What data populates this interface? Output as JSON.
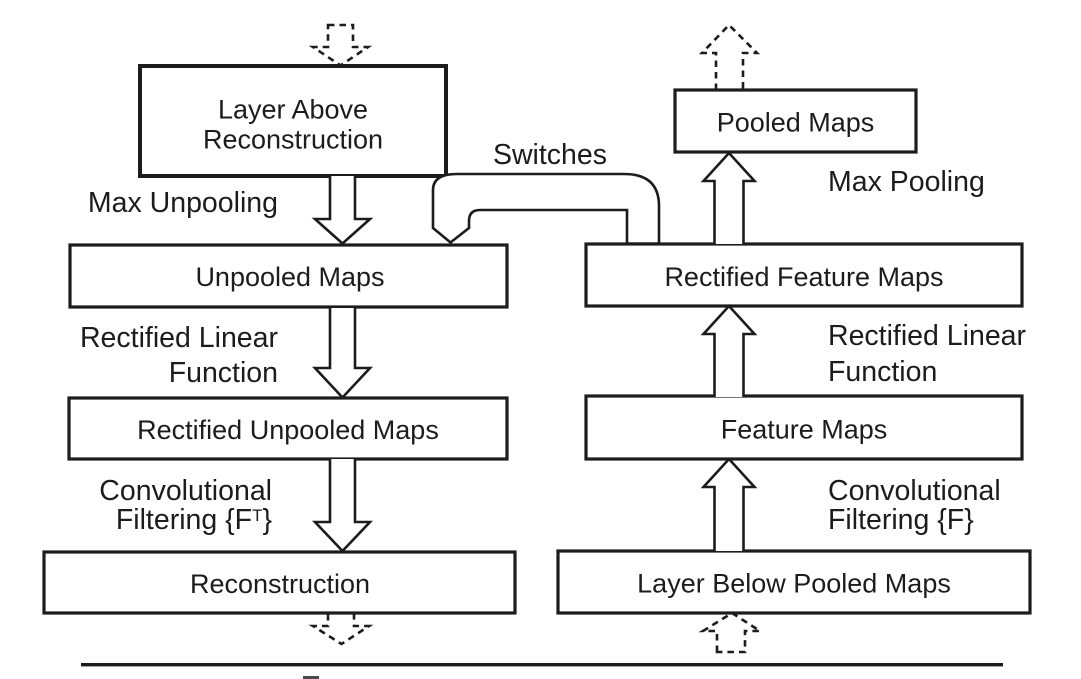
{
  "figure": {
    "boxes": {
      "layer_above": {
        "line1": "Layer Above",
        "line2": "Reconstruction"
      },
      "unpooled": "Unpooled Maps",
      "rectified_unpooled": "Rectified Unpooled Maps",
      "reconstruction": "Reconstruction",
      "pooled": "Pooled Maps",
      "rectified_feature": "Rectified Feature Maps",
      "feature": "Feature Maps",
      "layer_below": "Layer Below Pooled Maps"
    },
    "labels": {
      "max_unpooling": "Max Unpooling",
      "switches": "Switches",
      "max_pooling": "Max Pooling",
      "relu_left": {
        "line1": "Rectified Linear",
        "line2": "Function"
      },
      "relu_right": {
        "line1": "Rectified Linear",
        "line2": "Function"
      },
      "conv_left": {
        "line1": "Convolutional",
        "line2_pre": "Filtering {F",
        "line2_sup": "T",
        "line2_post": "}"
      },
      "conv_right": {
        "line1": "Convolutional",
        "line2": "Filtering {F}"
      }
    },
    "colors": {
      "stroke": "#1c1c1c",
      "background": "#ffffff"
    }
  }
}
